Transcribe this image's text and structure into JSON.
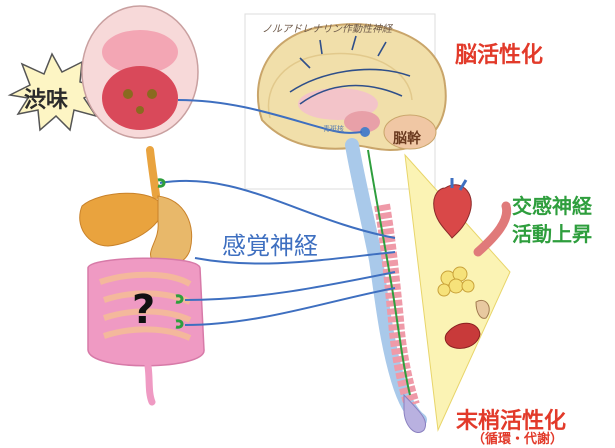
{
  "labels": {
    "astringency": "渋味",
    "brain_activation": "脳活性化",
    "noradrenergic_nerve": "ノルアドレナリン作動性神経",
    "brainstem": "脳幹",
    "paraventricular": "青斑核",
    "sympathetic_line1": "交感神経",
    "sympathetic_line2": "活動上昇",
    "sensory_nerve": "感覚神経",
    "peripheral_activation": "末梢活性化",
    "circulation_metabolism": "（循環・代謝）",
    "unknown_mark": "?"
  },
  "colors": {
    "red_text": "#e23a2a",
    "green_text": "#2e9e3d",
    "sensory_blue": "#3e6fc0",
    "sympathetic_green": "#2e9e3d",
    "brain_beige": "#f1dfaa",
    "brain_outline": "#c9a56a",
    "intestine_pink": "#ef9ac3",
    "liver_orange": "#e9a33e",
    "cone_yellow": "#fbf3b4",
    "spine_pink": "#ef9aa8"
  },
  "icons": [
    "starburst-icon",
    "mouth-icon",
    "brain-icon",
    "liver-icon",
    "stomach-icon",
    "intestine-icon",
    "heart-icon",
    "muscle-icon",
    "fat-cells-icon",
    "vessel-icon"
  ]
}
